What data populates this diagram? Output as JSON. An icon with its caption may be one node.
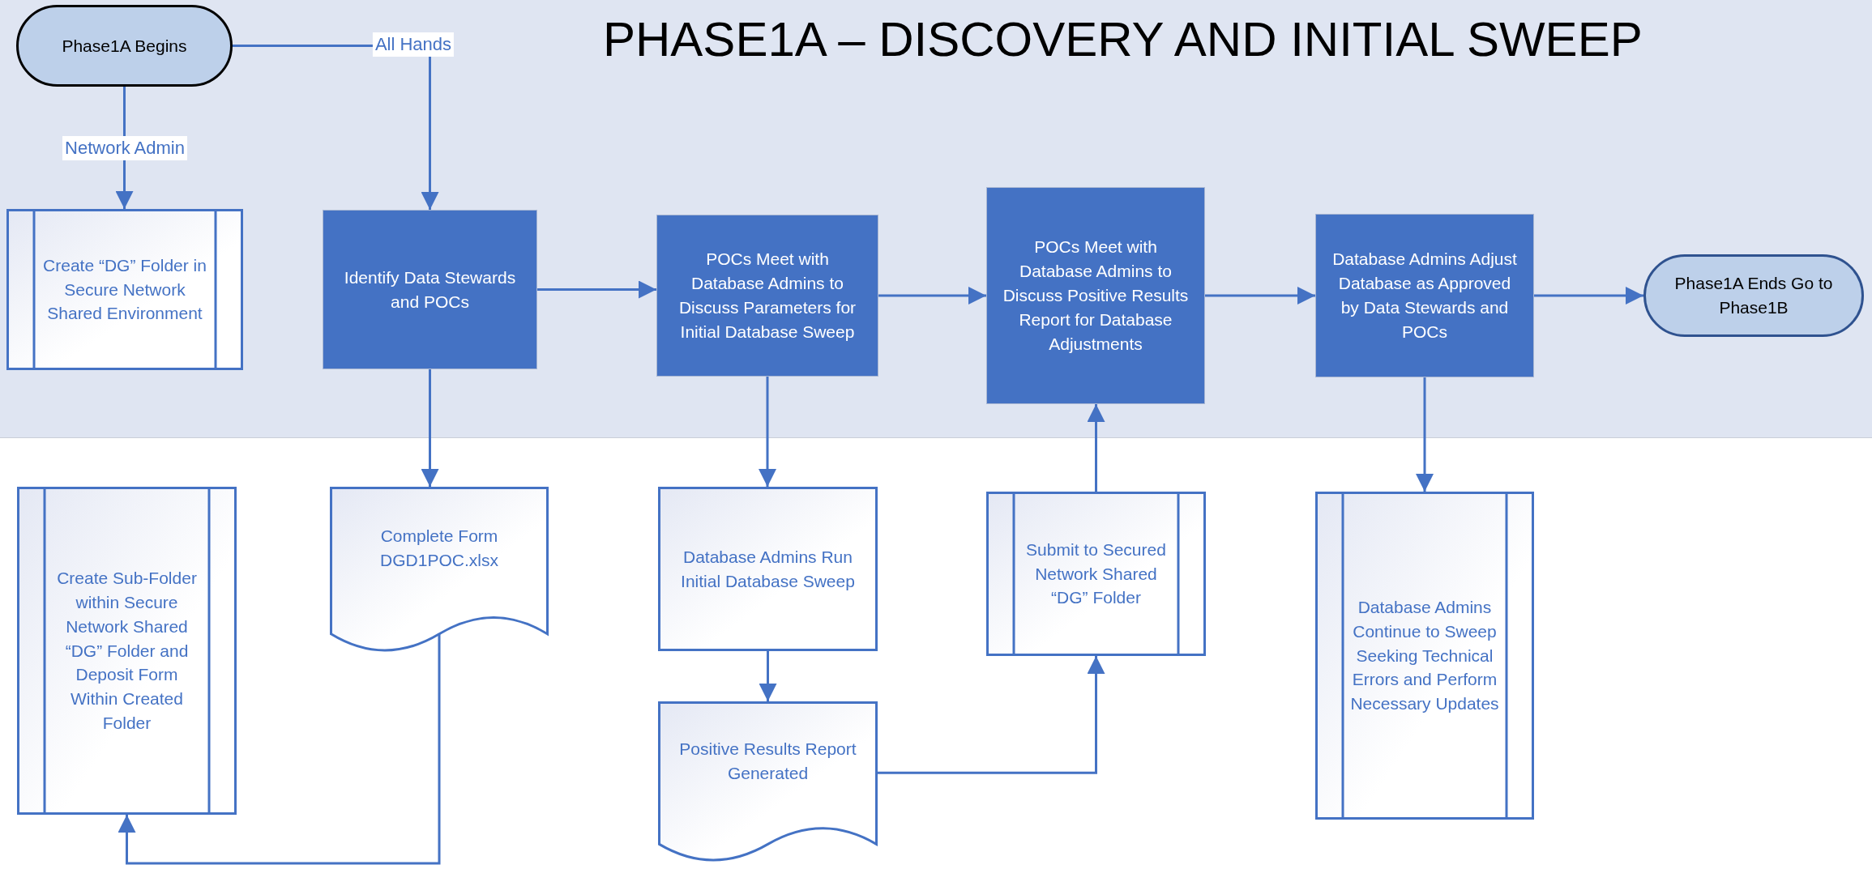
{
  "diagram": {
    "title": "PHASE1A – DISCOVERY AND INITIAL SWEEP",
    "nodes": [
      {
        "text": [
          "Phase1A Begins"
        ]
      },
      {
        "text": [
          "Create “DG” Folder in Secure Network Shared Environment"
        ]
      },
      {
        "text": [
          "Identify Data Stewards and POCs"
        ]
      },
      {
        "text": [
          "POCs Meet with Database Admins to Discuss Parameters for Initial Database Sweep"
        ]
      },
      {
        "text": [
          "POCs Meet with Database Admins to Discuss Positive Results Report for Database Adjustments"
        ]
      },
      {
        "text": [
          "Database Admins Adjust Database as Approved by Data Stewards and POCs"
        ]
      },
      {
        "text": [
          "Phase1A Ends Go to Phase1B"
        ]
      },
      {
        "text": [
          "Create Sub-Folder within Secure Network Shared “DG” Folder and Deposit Form Within Created Folder"
        ]
      },
      {
        "text": [
          "Complete Form DGD1POC.xlsx"
        ]
      },
      {
        "text": [
          "Database Admins Run Initial Database Sweep"
        ]
      },
      {
        "text": [
          "Positive Results Report Generated"
        ]
      },
      {
        "text": [
          "Submit to Secured Network Shared “DG” Folder"
        ]
      },
      {
        "text": [
          "Database Admins Continue to Sweep Seeking Technical Errors and Perform Necessary Updates"
        ]
      }
    ],
    "edges": [
      {
        "from": 0,
        "to": 1,
        "arrow": "to",
        "label": "Network Admin"
      },
      {
        "from": 0,
        "to": 2,
        "arrow": "to",
        "label": "All Hands"
      },
      {
        "from": 2,
        "to": 3,
        "arrow": "to"
      },
      {
        "from": 3,
        "to": 4,
        "arrow": "to"
      },
      {
        "from": 4,
        "to": 5,
        "arrow": "to"
      },
      {
        "from": 5,
        "to": 6,
        "arrow": "to"
      },
      {
        "from": 2,
        "to": 8,
        "arrow": "to"
      },
      {
        "from": 8,
        "to": 7,
        "arrow": "to"
      },
      {
        "from": 3,
        "to": 9,
        "arrow": "to"
      },
      {
        "from": 9,
        "to": 10,
        "arrow": "to"
      },
      {
        "from": 10,
        "to": 11,
        "arrow": "to"
      },
      {
        "from": 11,
        "to": 4,
        "arrow": "to"
      },
      {
        "from": 5,
        "to": 12,
        "arrow": "to"
      }
    ]
  }
}
